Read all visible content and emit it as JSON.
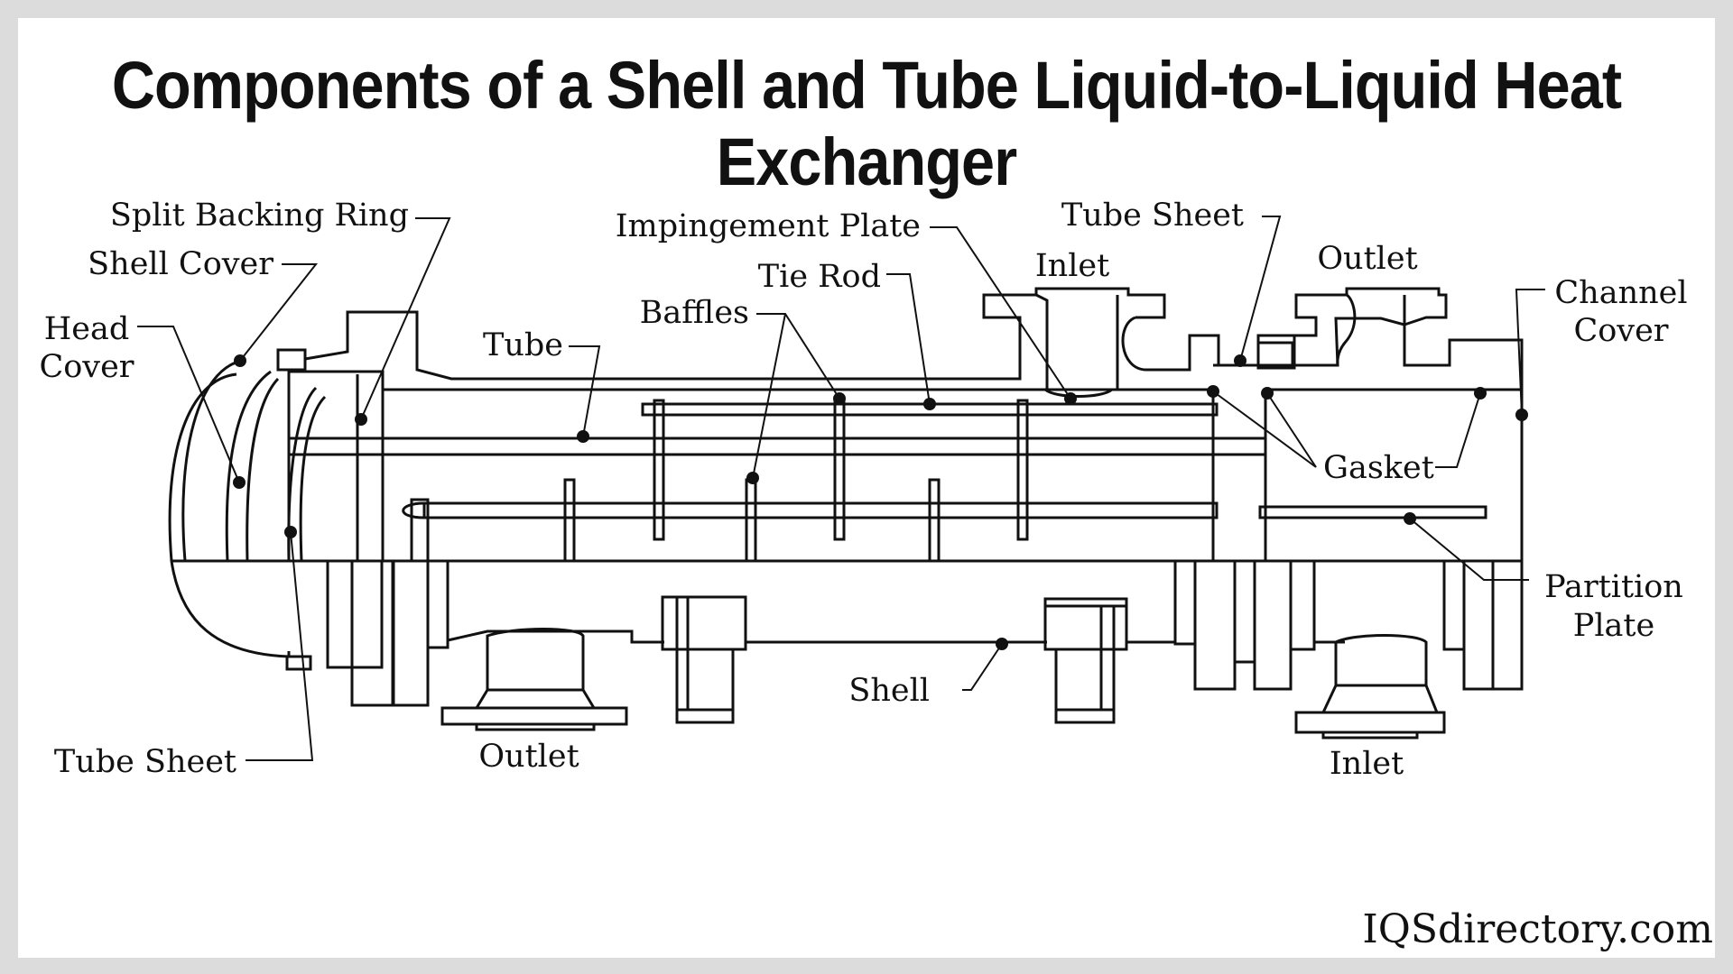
{
  "title": "Components of a Shell and Tube Liquid-to-Liquid Heat Exchanger",
  "labels": {
    "split_backing_ring": "Split Backing Ring",
    "shell_cover": "Shell Cover",
    "head_cover_1": "Head",
    "head_cover_2": "Cover",
    "tube": "Tube",
    "impingement_plate": "Impingement Plate",
    "tie_rod": "Tie Rod",
    "baffles": "Baffles",
    "inlet_top": "Inlet",
    "tube_sheet_top": "Tube Sheet",
    "outlet_top": "Outlet",
    "channel_cover_1": "Channel",
    "channel_cover_2": "Cover",
    "gasket": "Gasket",
    "partition_plate_1": "Partition",
    "partition_plate_2": "Plate",
    "shell": "Shell",
    "outlet_bottom": "Outlet",
    "inlet_bottom": "Inlet",
    "tube_sheet_bottom": "Tube Sheet"
  },
  "brand": "IQSdirectory.com",
  "colors": {
    "line": "#111111",
    "background": "#ffffff",
    "frame": "#dcdcdc"
  }
}
